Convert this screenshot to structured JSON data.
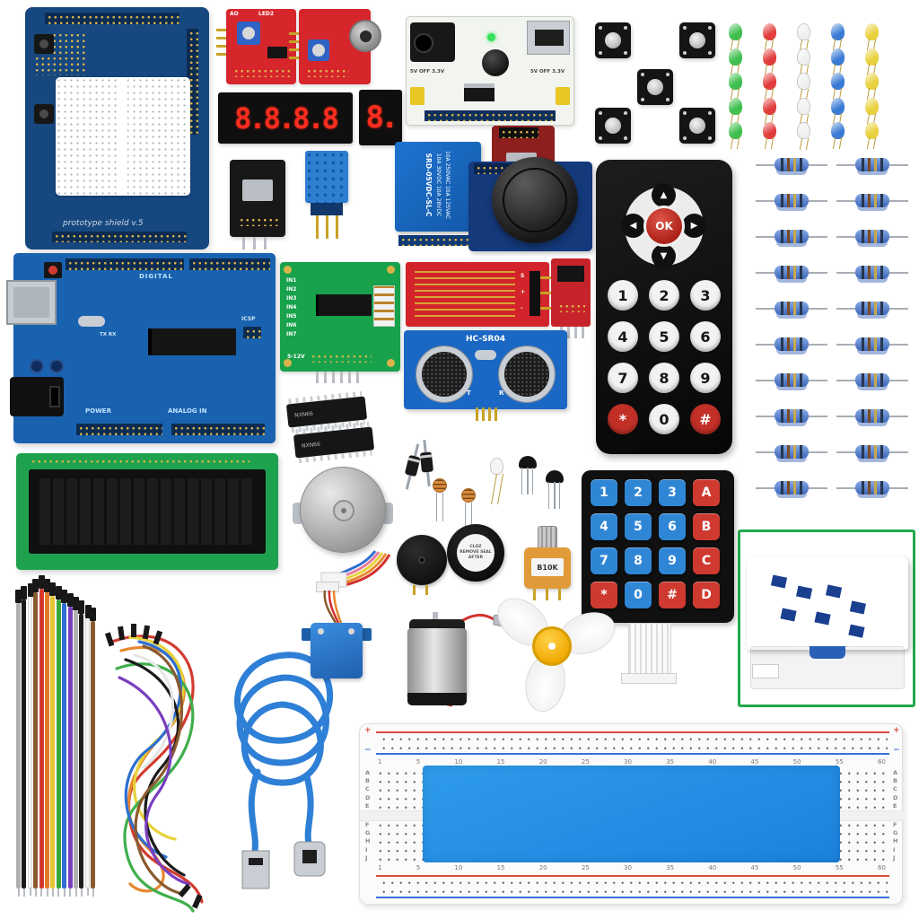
{
  "scene": {
    "description": "Electronic starter kit components arranged on a white background"
  },
  "proto_shield": {
    "label": "prototype shield v.5"
  },
  "sound_module": {
    "a0": "AO",
    "led2": "LED2"
  },
  "displays": {
    "four_digit": "8.8.8.8",
    "one_digit": "8."
  },
  "power_module": {
    "left_label": "5V OFF 3.3V",
    "right_label": "5V OFF 3.3V"
  },
  "relay": {
    "line1": "10A 250VAC 10A 125VAC",
    "line2": "10A 30VDC 10A 28VDC",
    "line3": "SRD-05VDC-SL-C"
  },
  "remote": {
    "up": "▲",
    "down": "▼",
    "left": "◀",
    "right": "▶",
    "ok": "OK",
    "rows": [
      [
        "1",
        "2",
        "3"
      ],
      [
        "4",
        "5",
        "6"
      ],
      [
        "7",
        "8",
        "9"
      ],
      [
        "*",
        "0",
        "#"
      ]
    ],
    "red_keys": [
      "*",
      "#"
    ]
  },
  "keypad": {
    "rows": [
      [
        "1",
        "2",
        "3",
        "A"
      ],
      [
        "4",
        "5",
        "6",
        "B"
      ],
      [
        "7",
        "8",
        "9",
        "C"
      ],
      [
        "*",
        "0",
        "#",
        "D"
      ]
    ]
  },
  "arduino": {
    "digital": "DIGITAL",
    "icsp": "ICSP",
    "tx_rx": "TX RX",
    "power": "POWER",
    "analog_in": "ANALOG IN"
  },
  "uln_module": {
    "inputs": [
      "IN1",
      "IN2",
      "IN3",
      "IN4",
      "IN5",
      "IN6",
      "IN7"
    ],
    "voltage": "5-12V"
  },
  "water_sensor": {
    "pin_s": "S",
    "pin_plus": "+",
    "pin_minus": "-"
  },
  "ultrasonic": {
    "label": "HC-SR04",
    "t": "T",
    "r": "R"
  },
  "ics": {
    "text": "NXN66"
  },
  "buzzer": {
    "sticker_line1": "CLOZ",
    "sticker_line2": "REMOVE SEAL",
    "sticker_line3": "AFTER"
  },
  "potentiometer": {
    "label": "B10K"
  },
  "leds": {
    "rows": 5,
    "columns": [
      {
        "name": "green",
        "color": "#3fbf4f"
      },
      {
        "name": "red",
        "color": "#e23d3d"
      },
      {
        "name": "white",
        "color": "#f0f0f0"
      },
      {
        "name": "blue",
        "color": "#3a7bd5"
      },
      {
        "name": "yellow",
        "color": "#e9d23f"
      }
    ]
  },
  "resistors": {
    "rows": 10,
    "cols": 2
  },
  "breadboard": {
    "numbers": [
      "1",
      "5",
      "10",
      "15",
      "20",
      "25",
      "30",
      "35",
      "40",
      "45",
      "50",
      "55",
      "60"
    ],
    "letters_top": [
      "A",
      "B",
      "C",
      "D",
      "E"
    ],
    "letters_bottom": [
      "F",
      "G",
      "H",
      "I",
      "J"
    ],
    "plus": "+",
    "minus": "−"
  },
  "ribbon": {
    "colors": [
      "#b0b0b0",
      "#1a1a1a",
      "#f5f5f5",
      "#8a5a2f",
      "#d4382e",
      "#e07b28",
      "#e3c52e",
      "#3aa33a",
      "#2e6fd0",
      "#7a3fbf",
      "#b0b0b0",
      "#1a1a1a",
      "#f5f5f5",
      "#8a5a2f"
    ]
  }
}
